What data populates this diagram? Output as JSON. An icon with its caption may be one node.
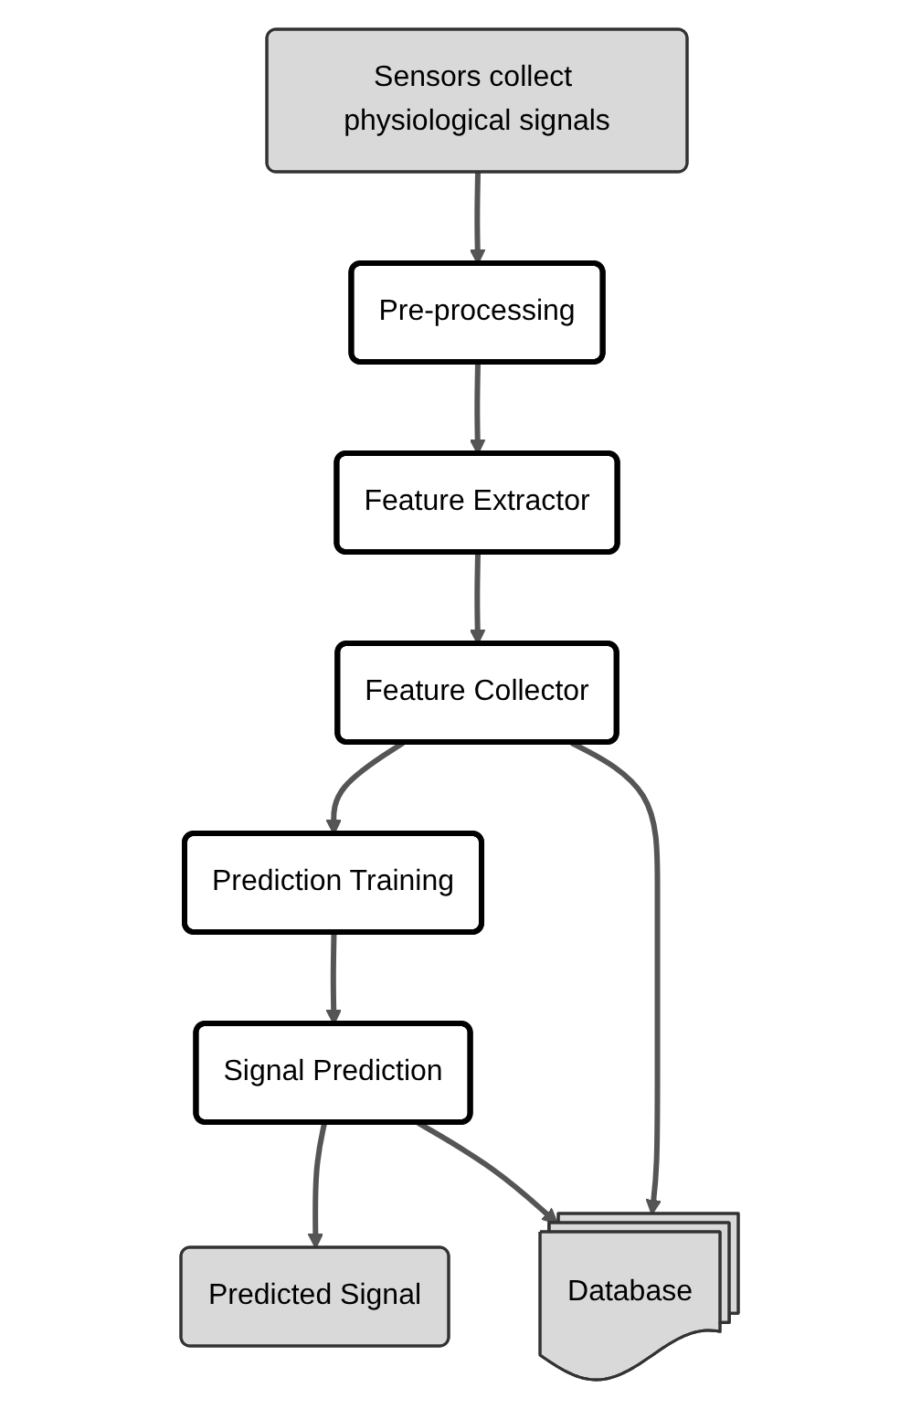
{
  "diagram": {
    "nodes": [
      {
        "text": [
          "Sensors collect physiological signals"
        ]
      },
      {
        "text": [
          "Pre-processing"
        ]
      },
      {
        "text": [
          "Feature Extractor"
        ]
      },
      {
        "text": [
          "Feature Collector"
        ]
      },
      {
        "text": [
          "Prediction Training"
        ]
      },
      {
        "text": [
          "Signal Prediction"
        ]
      },
      {
        "text": [
          "Predicted Signal"
        ]
      },
      {
        "text": [
          "Database"
        ]
      }
    ],
    "edges": [
      {
        "from": 0,
        "to": 1,
        "arrow": "to"
      },
      {
        "from": 1,
        "to": 2,
        "arrow": "to"
      },
      {
        "from": 2,
        "to": 3,
        "arrow": "to"
      },
      {
        "from": 3,
        "to": 4,
        "arrow": "to"
      },
      {
        "from": 4,
        "to": 5,
        "arrow": "to"
      },
      {
        "from": 5,
        "to": 6,
        "arrow": "to"
      },
      {
        "from": 3,
        "to": 7,
        "arrow": "to"
      },
      {
        "from": 5,
        "to": 7,
        "arrow": "to"
      }
    ]
  }
}
